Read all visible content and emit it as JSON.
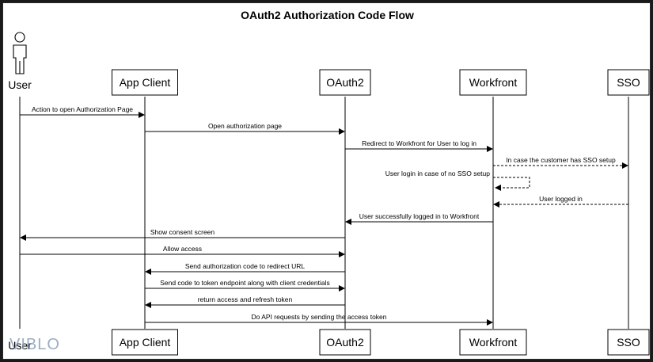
{
  "title": "OAuth2 Authorization Code Flow",
  "participants": [
    {
      "id": "user",
      "label": "User",
      "kind": "actor"
    },
    {
      "id": "app",
      "label": "App Client",
      "kind": "box"
    },
    {
      "id": "oauth",
      "label": "OAuth2",
      "kind": "box"
    },
    {
      "id": "wf",
      "label": "Workfront",
      "kind": "box"
    },
    {
      "id": "sso",
      "label": "SSO",
      "kind": "box"
    }
  ],
  "messages": [
    {
      "from": "user",
      "to": "app",
      "label": "Action to open Authorization Page",
      "style": "solid"
    },
    {
      "from": "app",
      "to": "oauth",
      "label": "Open authorization page",
      "style": "solid"
    },
    {
      "from": "oauth",
      "to": "wf",
      "label": "Redirect to Workfront for User to log in",
      "style": "solid"
    },
    {
      "from": "wf",
      "to": "sso",
      "label": "In case the customer has SSO setup",
      "style": "dashed"
    },
    {
      "from": "wf",
      "to": "wf",
      "label": "User login in case of no SSO setup",
      "style": "dashed"
    },
    {
      "from": "sso",
      "to": "wf",
      "label": "User logged in",
      "style": "dashed"
    },
    {
      "from": "wf",
      "to": "oauth",
      "label": "User successfully logged in to Workfront",
      "style": "solid"
    },
    {
      "from": "oauth",
      "to": "user",
      "label": "Show consent screen",
      "style": "solid"
    },
    {
      "from": "user",
      "to": "oauth",
      "label": "Allow access",
      "style": "solid"
    },
    {
      "from": "oauth",
      "to": "app",
      "label": "Send authorization code to redirect URL",
      "style": "solid"
    },
    {
      "from": "app",
      "to": "oauth",
      "label": "Send code to token endpoint along with client credentials",
      "style": "solid"
    },
    {
      "from": "oauth",
      "to": "app",
      "label": "return access and refresh token",
      "style": "solid"
    },
    {
      "from": "app",
      "to": "wf",
      "label": "Do API requests by sending the access token",
      "style": "solid"
    }
  ],
  "watermark": "VIBLO"
}
